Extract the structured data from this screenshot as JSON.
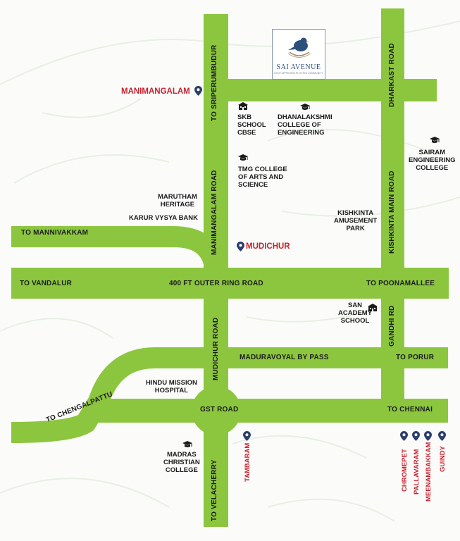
{
  "logo": {
    "name": "SAI AVENUE",
    "tagline": "DTCP APPROVED PLOTTED COMMUNITY"
  },
  "roads": {
    "to_sriperumbudur": "TO SRIPERUMBUDUR",
    "manimangalam_road": "MANIMANGALAM ROAD",
    "dharkast_road": "DHARKAST ROAD",
    "kishkinta_main_road": "KISHKINTA MAIN ROAD",
    "to_mannivakkam": "TO MANNIVAKKAM",
    "to_vandalur": "TO VANDALUR",
    "outer_ring_road": "400 FT OUTER RING ROAD",
    "to_poonamallee": "TO POONAMALLEE",
    "mudichur_road": "MUDICHUR ROAD",
    "gandhi_rd": "GANDHI RD",
    "maduravoyal_bypass": "MADURAVOYAL BY PASS",
    "to_porur": "TO PORUR",
    "gst_road": "GST ROAD",
    "to_chennai": "TO CHENNAI",
    "to_chengalpattu": "TO CHENGALPATTU",
    "to_velacherry": "TO VELACHERRY"
  },
  "places": {
    "manimangalam": "MANIMANGALAM",
    "mudichur": "MUDICHUR",
    "tambaram": "TAMBARAM",
    "chromepet": "CHROMEPET",
    "pallavaram": "PALLAVARAM",
    "meenambakkam": "MEENAMBAKKAM",
    "guindy": "GUINDY"
  },
  "landmarks": {
    "skb_school": [
      "SKB",
      "SCHOOL",
      "CBSE"
    ],
    "dhanalakshmi": [
      "DHANALAKSHMI",
      "COLLEGE OF",
      "ENGINEERING"
    ],
    "sairam": [
      "SAIRAM",
      "ENGINEERING",
      "COLLEGE"
    ],
    "tmg": [
      "TMG COLLEGE",
      "OF ARTS AND",
      "SCIENCE"
    ],
    "marutham": [
      "MARUTHAM",
      "HERITAGE"
    ],
    "karur": [
      "KARUR VYSYA BANK"
    ],
    "kishkinta_park": [
      "KISHKINTA",
      "AMUSEMENT",
      "PARK"
    ],
    "san_academy": [
      "SAN",
      "ACADEMY",
      "SCHOOL"
    ],
    "hindu_mission": [
      "HINDU MISSION",
      "HOSPITAL"
    ],
    "madras_christian": [
      "MADRAS",
      "CHRISTIAN",
      "COLLEGE"
    ]
  },
  "colors": {
    "road": "#8cc63f",
    "place": "#c8202e",
    "pin": "#2c3d6b",
    "text": "#1b1b1b",
    "logo_blue": "#2c4f7c"
  },
  "icons": {
    "school": "school-building-icon",
    "college": "graduation-cap-icon",
    "location": "map-pin-icon"
  }
}
